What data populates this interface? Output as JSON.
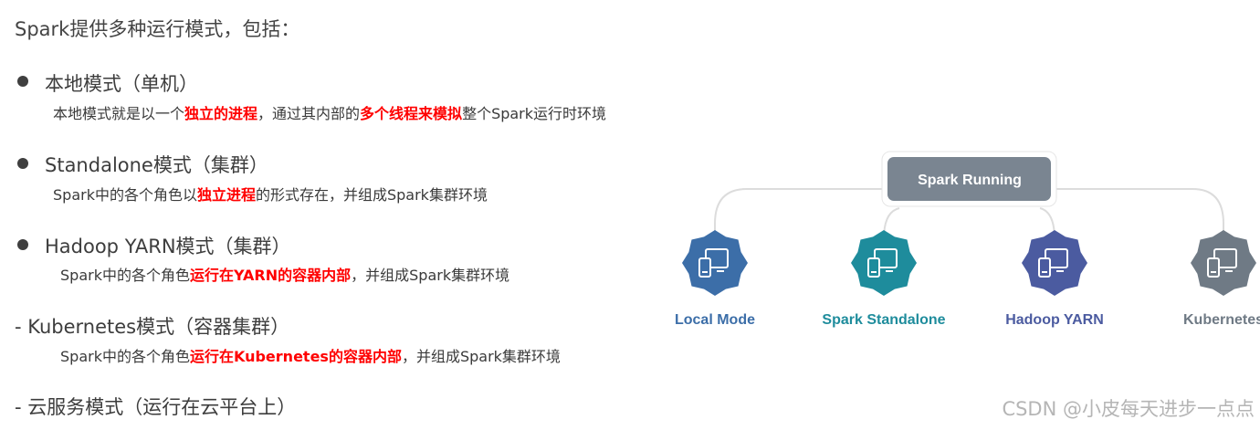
{
  "title": "Spark提供多种运行模式，包括：",
  "modes": [
    {
      "heading": "本地模式（单机）",
      "desc": [
        {
          "text": "本地模式就是以一个",
          "red": false
        },
        {
          "text": "独立的进程",
          "red": true
        },
        {
          "text": "，通过其内部的",
          "red": false
        },
        {
          "text": "多个线程来模拟",
          "red": true
        },
        {
          "text": "整个Spark运行时环境",
          "red": false
        }
      ]
    },
    {
      "heading": "Standalone模式（集群）",
      "desc": [
        {
          "text": "Spark中的各个角色以",
          "red": false
        },
        {
          "text": "独立进程",
          "red": true
        },
        {
          "text": "的形式存在，并组成Spark集群环境",
          "red": false
        }
      ]
    },
    {
      "heading": "Hadoop YARN模式（集群）",
      "desc": [
        {
          "text": "Spark中的各个角色",
          "red": false
        },
        {
          "text": "运行在YARN的容器内部",
          "red": true
        },
        {
          "text": "，并组成Spark集群环境",
          "red": false
        }
      ]
    },
    {
      "heading": "- Kubernetes模式（容器集群）",
      "desc": [
        {
          "text": "Spark中的各个角色",
          "red": false
        },
        {
          "text": "运行在Kubernetes的容器内部",
          "red": true
        },
        {
          "text": "，并组成Spark集群环境",
          "red": false
        }
      ]
    },
    {
      "heading": "- 云服务模式（运行在云平台上）",
      "desc": []
    }
  ],
  "diagram": {
    "root": "Spark Running",
    "root_color": "#7a8591",
    "nodes": [
      {
        "label": "Local Mode",
        "color": "#3c6ea8"
      },
      {
        "label": "Spark Standalone",
        "color": "#1e8c9c"
      },
      {
        "label": "Hadoop YARN",
        "color": "#4b5ba0"
      },
      {
        "label": "Kubernetes",
        "color": "#6f7a85"
      }
    ],
    "icon": "devices-icon"
  },
  "watermark": "CSDN @小皮每天进步一点点"
}
